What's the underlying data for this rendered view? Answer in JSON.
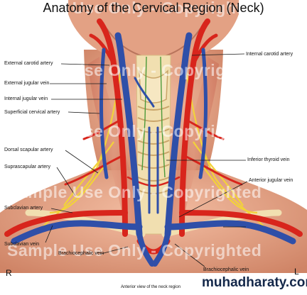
{
  "title": "Anatomy of the Cervical Region (Neck)",
  "watermark": "Sample Use Only - Copyrighted",
  "labels_left": {
    "external_carotid_artery": "External carotid artery",
    "external_jugular_vein": "External jugular vein",
    "internal_jugular_vein": "Internal jugular vein",
    "superficial_cervical_artery": "Superficial cervical artery",
    "dorsal_scapular_artery": "Dorsal scapular artery",
    "suprascapular_artery": "Suprascapular artery",
    "subclavian_artery": "Subclavian artery",
    "subclavian_vein": "Subclavian vein",
    "brachiocephalic_vein": "Brachiocephalic vein"
  },
  "labels_right": {
    "internal_carotid_artery": "Internal carotid artery",
    "inferior_thyroid_vein": "Inferior thyroid vein",
    "anterior_jugular_vein": "Anterior jugular vein",
    "brachiocephalic_vein": "Brachiocephalic vein"
  },
  "side_left": "R",
  "side_right": "L",
  "caption": "Anterior view of the neck region",
  "brand": "muhadharaty.com",
  "colors": {
    "skin": "#e9a88a",
    "artery": "#d8251c",
    "vein": "#2f4fa8",
    "nerve": "#f2d23a",
    "cartilage": "#f1dfb0"
  }
}
